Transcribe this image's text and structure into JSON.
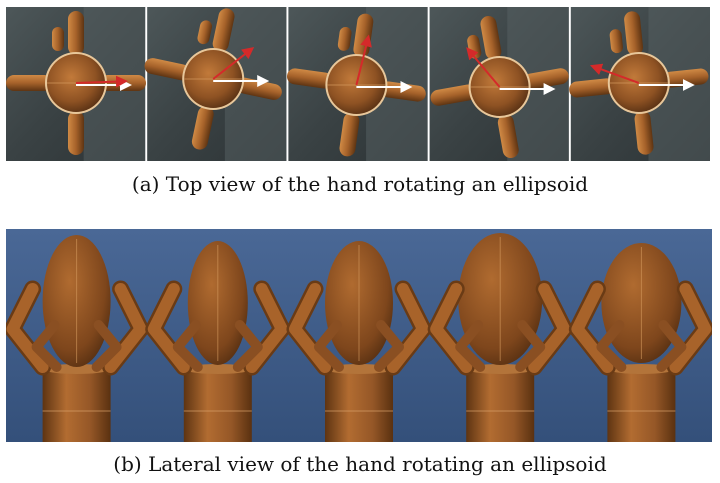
{
  "figure": {
    "top_view": {
      "caption": "(a) Top view of the hand rotating an ellipsoid",
      "frame_count": 5,
      "colors": {
        "background": "#3c4446",
        "finger": "#a6622a",
        "object": "#8e5223",
        "arrow_reference": "#ffffff",
        "arrow_object_axis": "#d42a2a"
      }
    },
    "lateral_view": {
      "caption": "(b) Lateral view of the hand rotating an ellipsoid",
      "frame_count": 5,
      "colors": {
        "background": "#3f5d8a",
        "finger": "#9a5a25",
        "object": "#8a4f22",
        "palm": "#955727"
      }
    }
  }
}
